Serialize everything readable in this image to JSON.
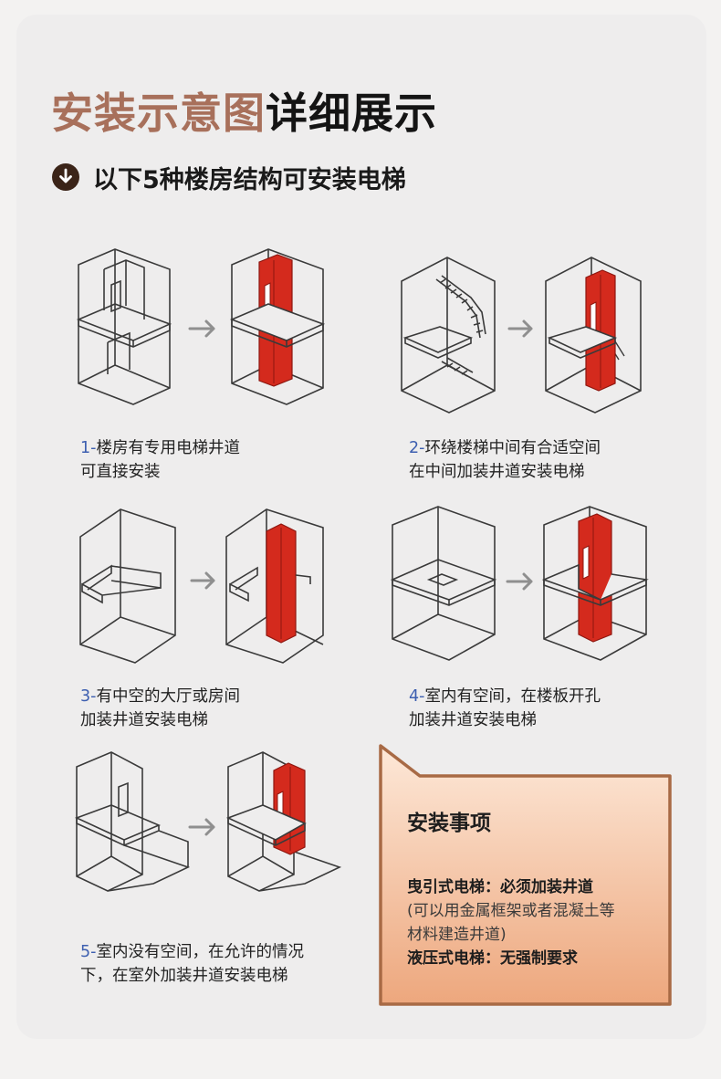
{
  "header": {
    "title_accent": "安装示意图",
    "title_rest": "详细展示",
    "subtitle": "以下5种楼房结构可安装电梯",
    "subtitle_icon": "arrow-down-circle-icon"
  },
  "colors": {
    "accent": "#a8705b",
    "elevator_red": "#d42a1d",
    "number_blue": "#3d5fb0",
    "notice_border": "#a86a45",
    "notice_fill_top": "#fde8d8",
    "notice_fill_bottom": "#eda77d"
  },
  "cases": [
    {
      "num": "1-",
      "line1": "楼房有专用电梯井道",
      "line2": "可直接安装"
    },
    {
      "num": "2-",
      "line1": "环绕楼梯中间有合适空间",
      "line2": "在中间加装井道安装电梯"
    },
    {
      "num": "3-",
      "line1": "有中空的大厅或房间",
      "line2": "加装井道安装电梯"
    },
    {
      "num": "4-",
      "line1": "室内有空间，在楼板开孔",
      "line2": "加装井道安装电梯"
    },
    {
      "num": "5-",
      "line1": "室内没有空间，在允许的情况",
      "line2": "下，在室外加装井道安装电梯"
    }
  ],
  "notice": {
    "title": "安装事项",
    "traction_label": "曳引式电梯：必须加装井道",
    "traction_note_1": "(可以用金属框架或者混凝土等",
    "traction_note_2": "材料建造井道)",
    "hydraulic_label": "液压式电梯：无强制要求"
  }
}
